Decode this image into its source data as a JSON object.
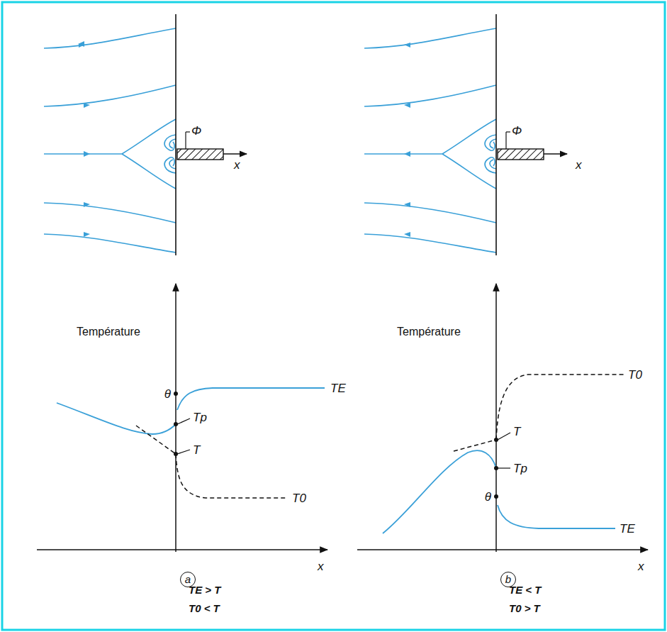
{
  "diagram": {
    "labels": [
      "Φ",
      "x",
      "Température",
      "θ",
      "TE",
      "Tp",
      "T",
      "T0",
      "x",
      "a",
      "TE > T",
      "T0 < T",
      "Φ",
      "x",
      "Température",
      "T0",
      "T",
      "Tp",
      "θ",
      "TE",
      "x",
      "b",
      "TE < T",
      "T0 > T"
    ]
  }
}
